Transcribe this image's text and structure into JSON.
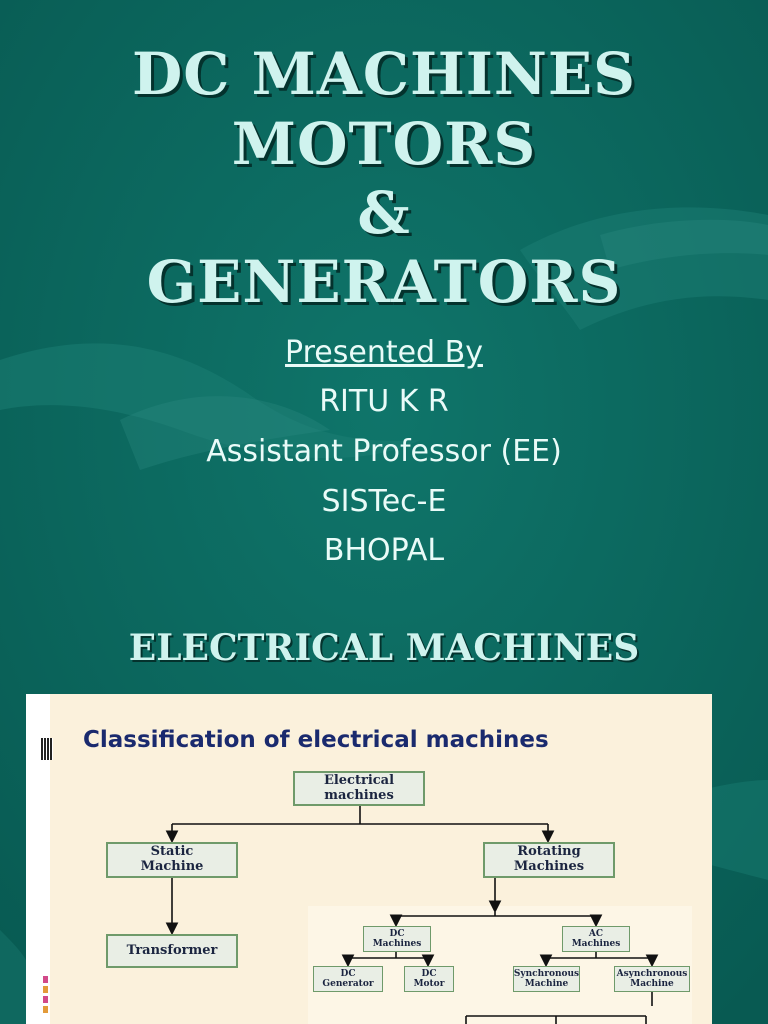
{
  "title": {
    "line1": "DC MACHINES",
    "line2": "MOTORS",
    "line3": "&",
    "line4": "GENERATORS"
  },
  "presenter": {
    "label": "Presented By",
    "name": "RITU K R",
    "designation": "Assistant Professor (EE)",
    "institute": "SISTec-E",
    "city": "BHOPAL"
  },
  "section": {
    "title": "ELECTRICAL MACHINES"
  },
  "figure": {
    "heading": "Classification of electrical machines",
    "nodes": {
      "electrical_machines": "Electrical machines",
      "static_machine": "Static Machine",
      "rotating_machines": "Rotating Machines",
      "transformer": "Transformer",
      "dc_machines": "DC Machines",
      "ac_machines": "AC Machines",
      "dc_generator": "DC Generator",
      "dc_motor": "DC Motor",
      "synchronous_machine": "Synchronous Machine",
      "asynchronous_machine": "Asynchronous Machine"
    }
  },
  "colors": {
    "background": "#0b6a60",
    "title": "#cff3ee",
    "title_shadow": "#04322d",
    "body_text": "#e9fbf8",
    "figure_background": "#fbf1dc",
    "figure_heading": "#1a2a6e",
    "node_fill": "#e9eee5",
    "node_border": "#6f9a6a"
  }
}
